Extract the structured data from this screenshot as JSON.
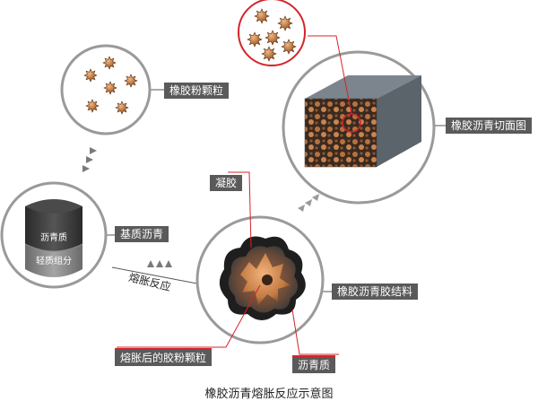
{
  "labels": {
    "rubber_powder": "橡胶粉颗粒",
    "cross_section": "橡胶沥青切面图",
    "base_asphalt": "基质沥青",
    "gel": "凝胶",
    "binder": "橡胶沥青胶结料",
    "swollen_particle": "熔胀后的胶粉颗粒",
    "asphaltene": "沥青质",
    "asphaltene_layer": "沥青质",
    "light_component": "轻质组分",
    "swelling_reaction": "熔胀反应"
  },
  "caption": "橡胶沥青熔胀反应示意图",
  "colors": {
    "particle": "#b5723e",
    "particle_light": "#e2a06c",
    "asphalt_dark": "#2b2b2b",
    "circle_border": "#9a9a9a",
    "highlight_red": "#d4242b",
    "tag_bg": "#5a5a5a"
  }
}
